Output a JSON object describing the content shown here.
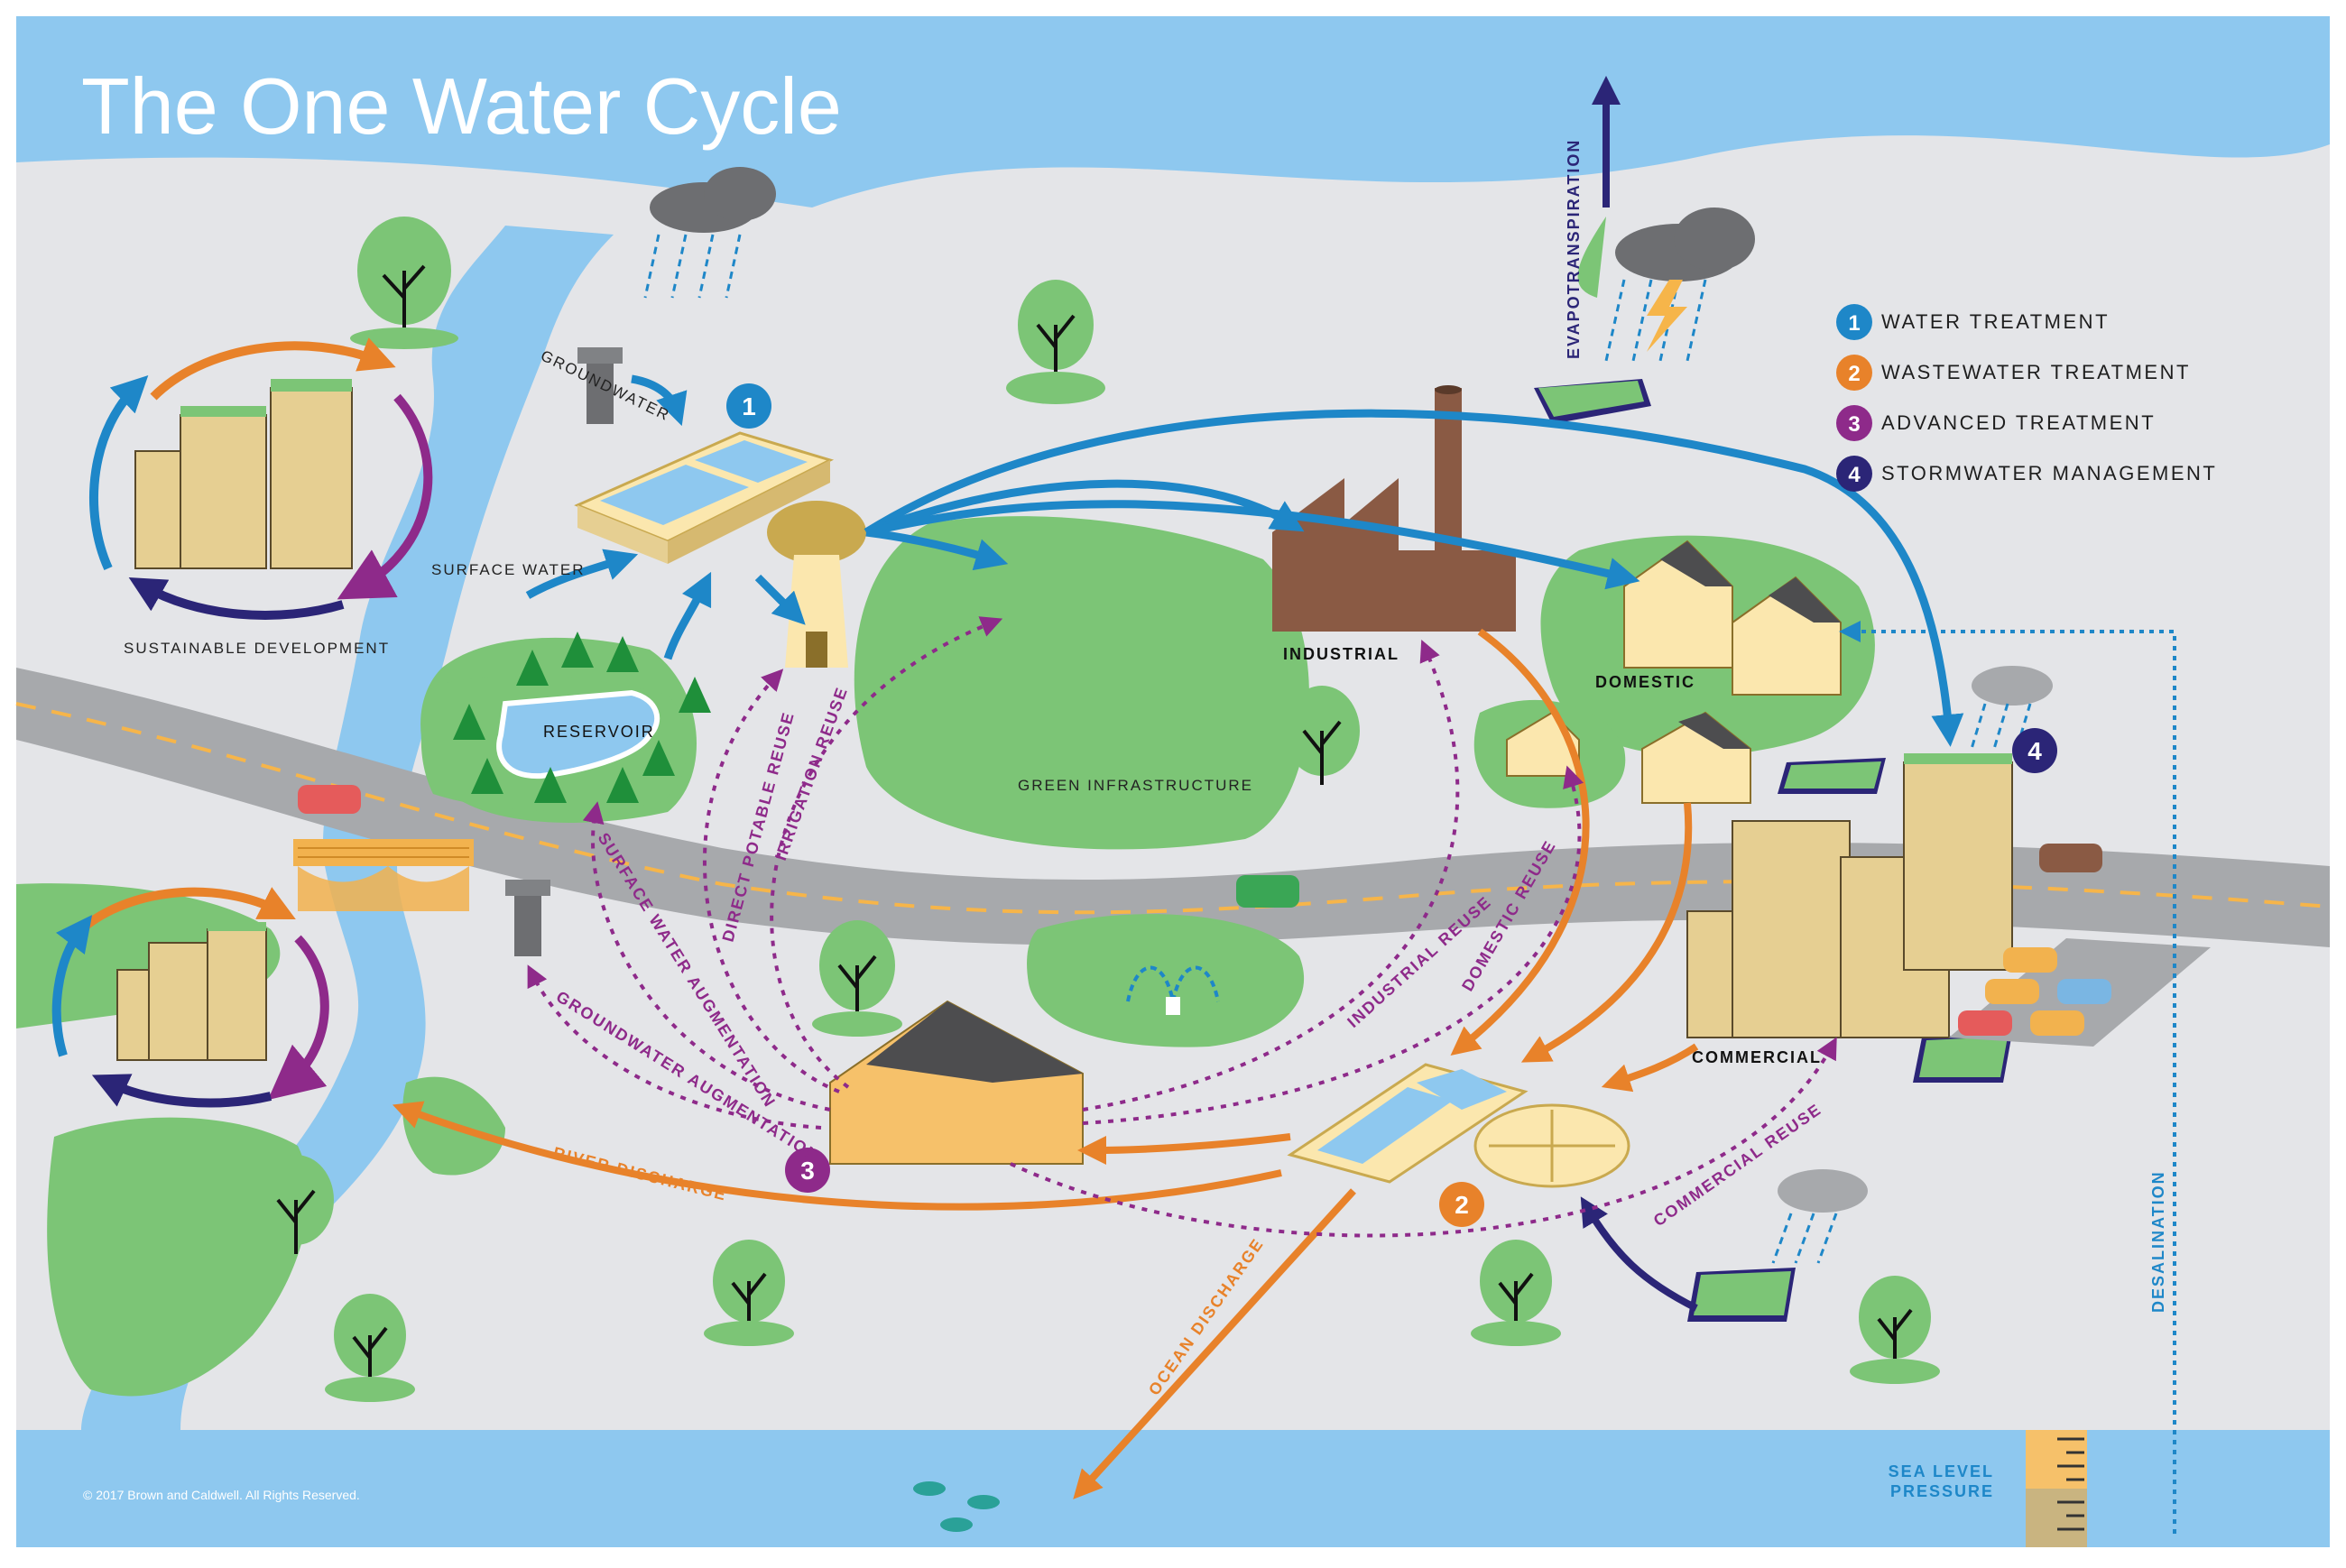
{
  "title": "The One Water Cycle",
  "legend": [
    {
      "num": "1",
      "label": "WATER TREATMENT",
      "color": "#1e87c8"
    },
    {
      "num": "2",
      "label": "WASTEWATER TREATMENT",
      "color": "#e8822a"
    },
    {
      "num": "3",
      "label": "ADVANCED TREATMENT",
      "color": "#8e2a8a"
    },
    {
      "num": "4",
      "label": "STORMWATER MANAGEMENT",
      "color": "#2b2577"
    }
  ],
  "labels": {
    "groundwater": "GROUNDWATER",
    "surface_water": "SURFACE WATER",
    "sustainable_development": "SUSTAINABLE DEVELOPMENT",
    "reservoir": "RESERVOIR",
    "green_infrastructure": "GREEN INFRASTRUCTURE",
    "industrial": "INDUSTRIAL",
    "domestic": "DOMESTIC",
    "commercial": "COMMERCIAL",
    "evapotranspiration": "EVAPOTRANSPIRATION",
    "desalination": "DESALINATION",
    "sea_level_pressure_1": "SEA LEVEL",
    "sea_level_pressure_2": "PRESSURE"
  },
  "flows": {
    "direct_potable_reuse": "DIRECT POTABLE REUSE",
    "irrigation_reuse": "IRRIGATION REUSE",
    "surface_water_augmentation": "SURFACE WATER AUGMENTATION",
    "groundwater_augmentation": "GROUNDWATER AUGMENTATION",
    "industrial_reuse": "INDUSTRIAL REUSE",
    "domestic_reuse": "DOMESTIC REUSE",
    "commercial_reuse": "COMMERCIAL REUSE",
    "river_discharge": "RIVER DISCHARGE",
    "ocean_discharge": "OCEAN DISCHARGE"
  },
  "markers": {
    "one": "1",
    "two": "2",
    "three": "3",
    "four": "4"
  },
  "copyright": "© 2017 Brown and Caldwell. All Rights Reserved.",
  "colors": {
    "water": "#8ec8ef",
    "land": "#e4e5e8",
    "green": "#7cc576",
    "road": "#a7a9ac",
    "treatment_blue": "#1e87c8",
    "wastewater_orange": "#e8822a",
    "advanced_purple": "#8e2a8a",
    "stormwater_navy": "#2b2577"
  },
  "icons": [
    "rain-cloud-icon",
    "lightning-cloud-icon",
    "tree-icon",
    "car-icon",
    "fish-icon",
    "fountain-icon",
    "pump-icon"
  ]
}
